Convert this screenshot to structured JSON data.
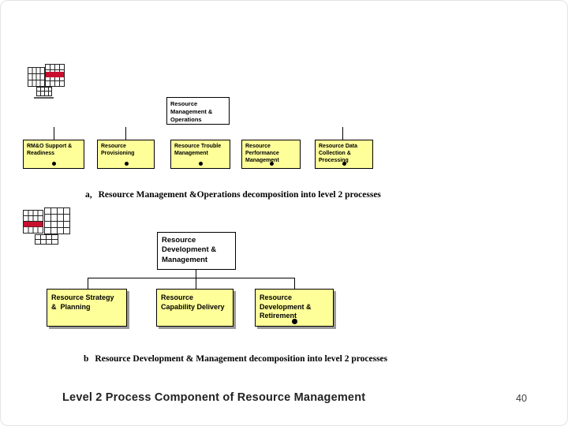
{
  "slide": {
    "footer_title": "Level 2 Process Component of Resource Management",
    "page_number": "40"
  },
  "colors": {
    "box_fill_yellow": "#FFFF99",
    "box_border": "#000000",
    "accent_red": "#C8102E",
    "shadow_gray": "#9A9A9A"
  },
  "icons": [
    {
      "name": "etom-map-icon-operations",
      "description": "mini process-map grid with red highlighted row on right grid"
    },
    {
      "name": "etom-map-icon-strategy",
      "description": "mini process-map grid with red highlighted row on left grid"
    }
  ],
  "diagram_a": {
    "parent": {
      "label": "Resource\nManagement &\nOperations"
    },
    "children": [
      {
        "label": "RM&O Support &\nReadiness",
        "dot": true
      },
      {
        "label": "Resource\nProvisioning",
        "dot": true
      },
      {
        "label": "Resource Trouble\nManagement",
        "dot": true
      },
      {
        "label": "Resource\nPerformance\nManagement",
        "dot": true
      },
      {
        "label": "Resource Data\nCollection &\nProcessing",
        "dot": true
      }
    ],
    "caption_label": "a,",
    "caption_text": "Resource Management &Operations decomposition into level 2 processes"
  },
  "diagram_b": {
    "parent": {
      "label": "Resource\nDevelopment &\nManagement"
    },
    "children": [
      {
        "label": "Resource Strategy\n&  Planning",
        "dot": false
      },
      {
        "label": "Resource\nCapability Delivery",
        "dot": false
      },
      {
        "label": "Resource\nDevelopment &\nRetirement",
        "dot": true
      }
    ],
    "caption_label": "b",
    "caption_text": "Resource Development & Management decomposition into level 2 processes"
  }
}
